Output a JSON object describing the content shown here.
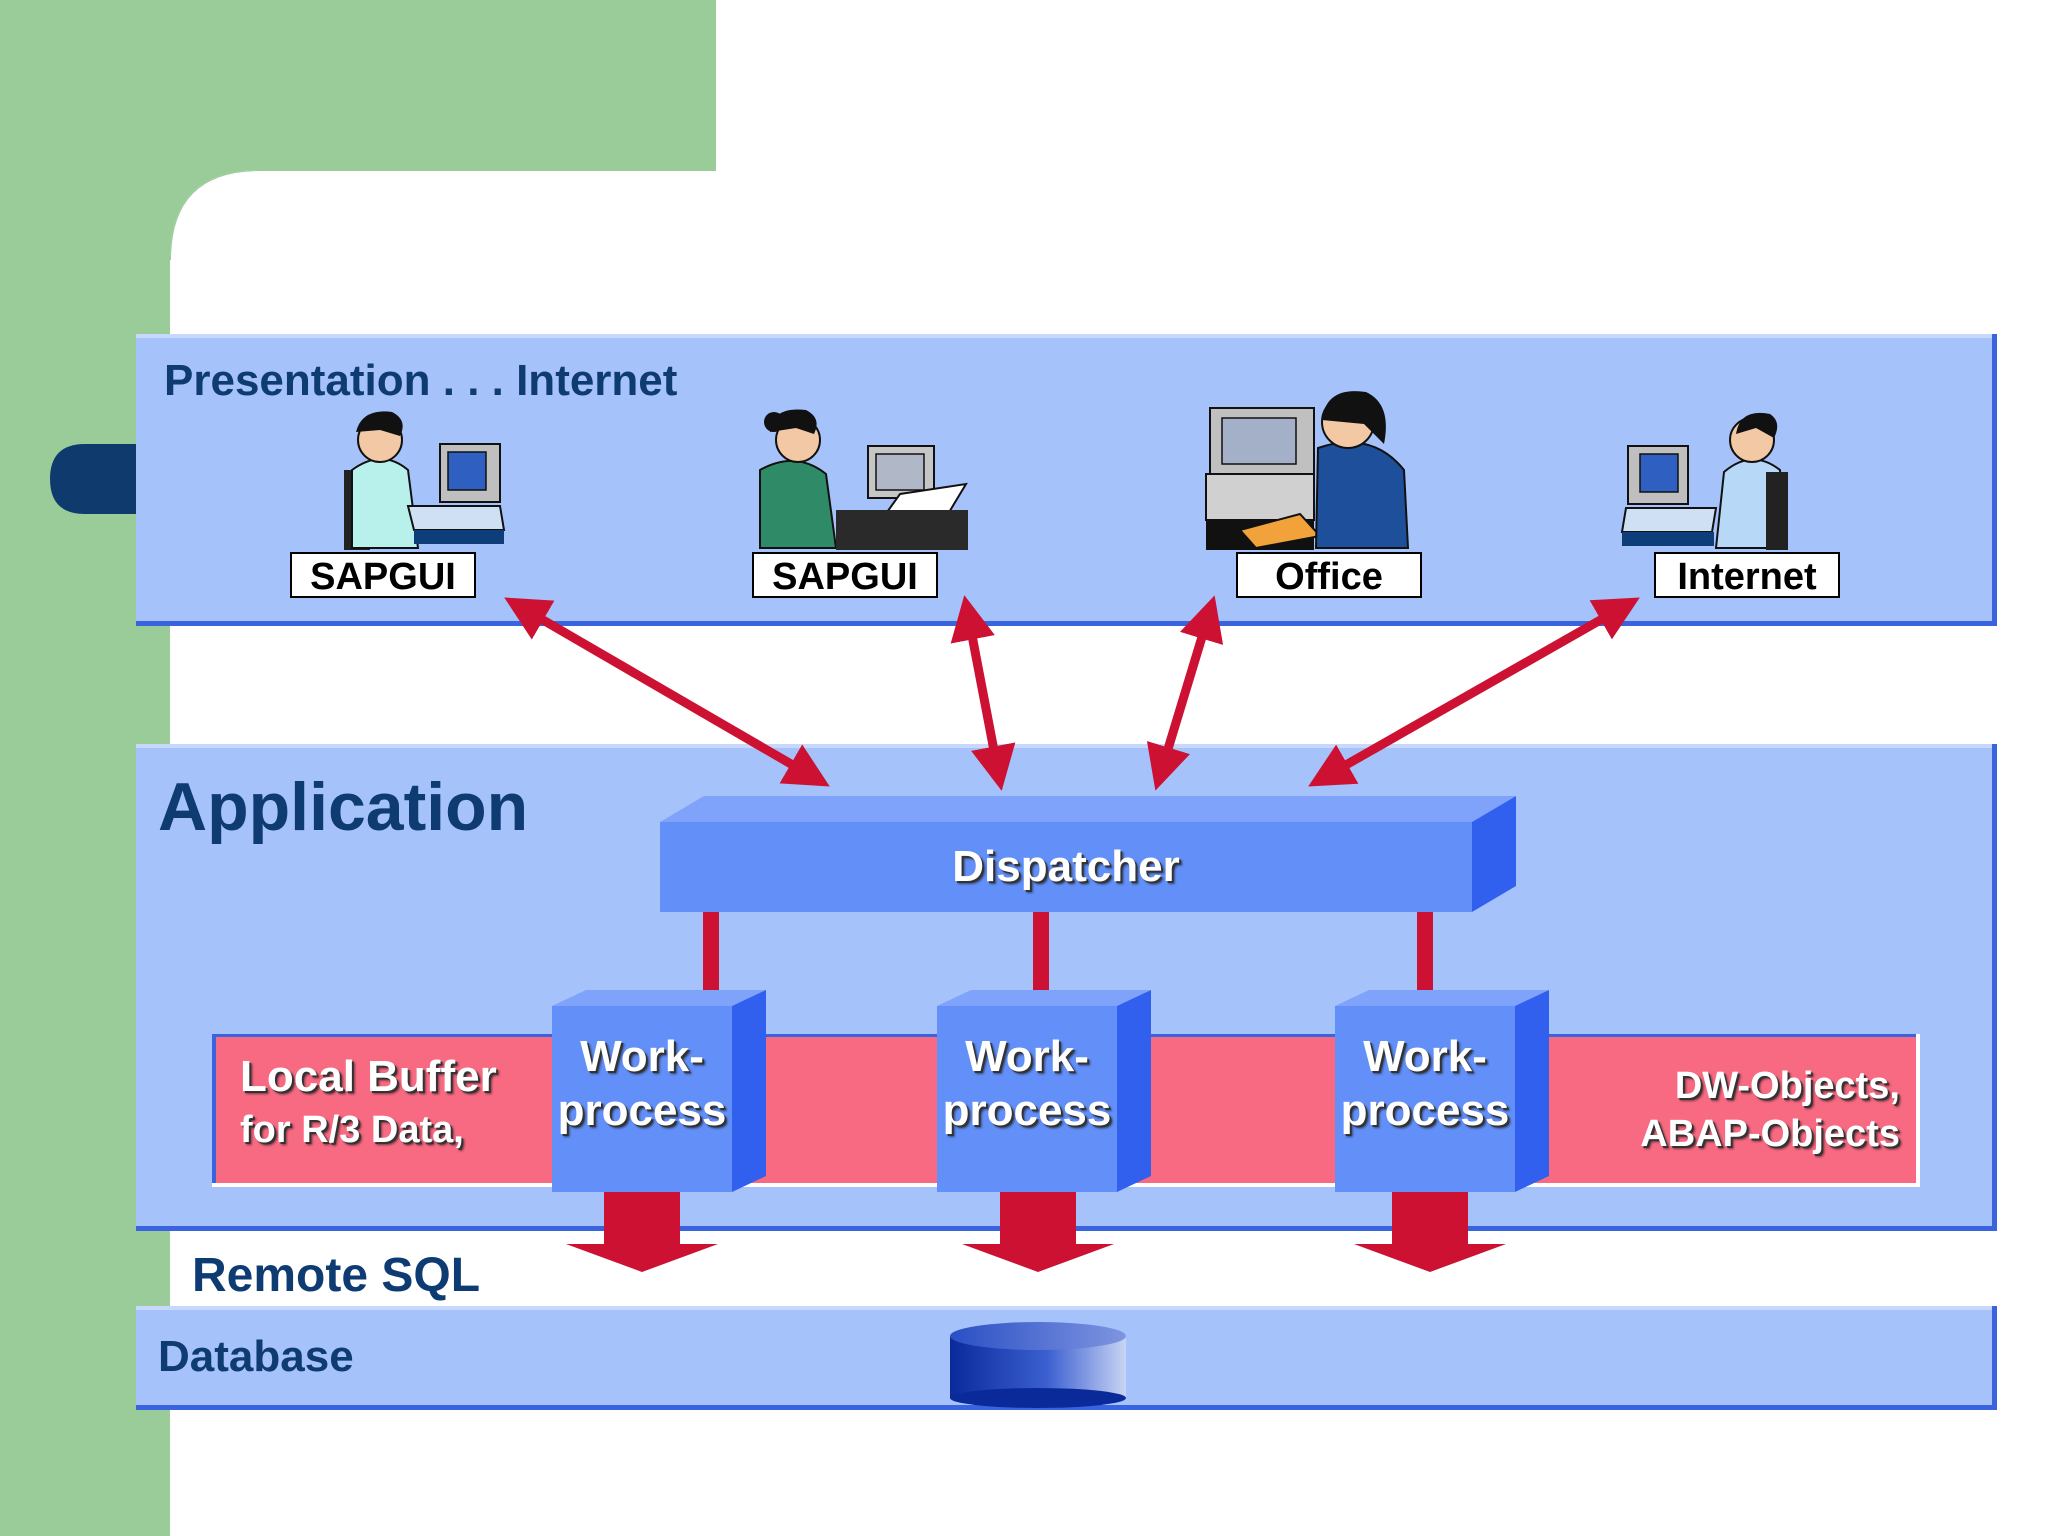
{
  "layers": {
    "presentation": {
      "title": "Presentation . . . Internet"
    },
    "application": {
      "title": "Application"
    },
    "remote_sql": {
      "title": "Remote SQL"
    },
    "database": {
      "title": "Database"
    }
  },
  "clients": [
    {
      "label": "SAPGUI"
    },
    {
      "label": "SAPGUI"
    },
    {
      "label": "Office"
    },
    {
      "label": "Internet"
    }
  ],
  "dispatcher": {
    "label": "Dispatcher"
  },
  "workprocesses": [
    {
      "line1": "Work-",
      "line2": "process"
    },
    {
      "line1": "Work-",
      "line2": "process"
    },
    {
      "line1": "Work-",
      "line2": "process"
    }
  ],
  "buffer": {
    "left_line1": "Local Buffer",
    "left_line2": "for R/3 Data,",
    "right_line1": "DW-Objects,",
    "right_line2": "ABAP-Objects"
  },
  "colors": {
    "green_bar": "#99cc99",
    "layer_fill": "#a6c2fb",
    "layer_border": "#3a63e0",
    "dispatcher": "#6390f8",
    "buffer": "#f76a82",
    "arrow_red": "#cc1133",
    "title_navy": "#0f3b73"
  }
}
